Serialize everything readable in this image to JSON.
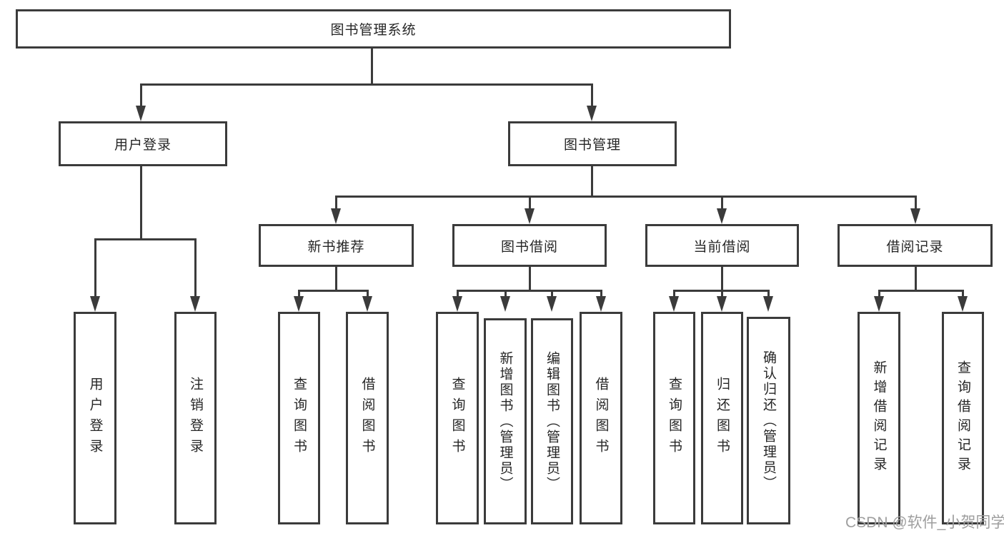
{
  "colors": {
    "line": "#3b3b3b",
    "text": "#262626",
    "watermark": "#9e9e9e",
    "background": "#ffffff"
  },
  "diagram_type": "hierarchy-tree",
  "tree": {
    "root": {
      "label": "图书管理系统"
    },
    "level2": [
      {
        "label": "用户登录"
      },
      {
        "label": "图书管理"
      }
    ],
    "level3": [
      {
        "label": "新书推荐",
        "parent": "图书管理"
      },
      {
        "label": "图书借阅",
        "parent": "图书管理"
      },
      {
        "label": "当前借阅",
        "parent": "图书管理"
      },
      {
        "label": "借阅记录",
        "parent": "图书管理"
      }
    ],
    "leaves": [
      {
        "label": "用户登录",
        "parent": "用户登录"
      },
      {
        "label": "注销登录",
        "parent": "用户登录"
      },
      {
        "label": "查询图书",
        "parent": "新书推荐"
      },
      {
        "label": "借阅图书",
        "parent": "新书推荐"
      },
      {
        "label": "查询图书",
        "parent": "图书借阅"
      },
      {
        "label": "新增图书（管理员）",
        "parent": "图书借阅"
      },
      {
        "label": "编辑图书（管理员）",
        "parent": "图书借阅"
      },
      {
        "label": "借阅图书",
        "parent": "图书借阅"
      },
      {
        "label": "查询图书",
        "parent": "当前借阅"
      },
      {
        "label": "归还图书",
        "parent": "当前借阅"
      },
      {
        "label": "确认归还（管理员）",
        "parent": "当前借阅"
      },
      {
        "label": "新增借阅记录",
        "parent": "借阅记录"
      },
      {
        "label": "查询借阅记录",
        "parent": "借阅记录"
      }
    ]
  },
  "watermark": {
    "text": "CSDN @软件_小贺同学"
  }
}
